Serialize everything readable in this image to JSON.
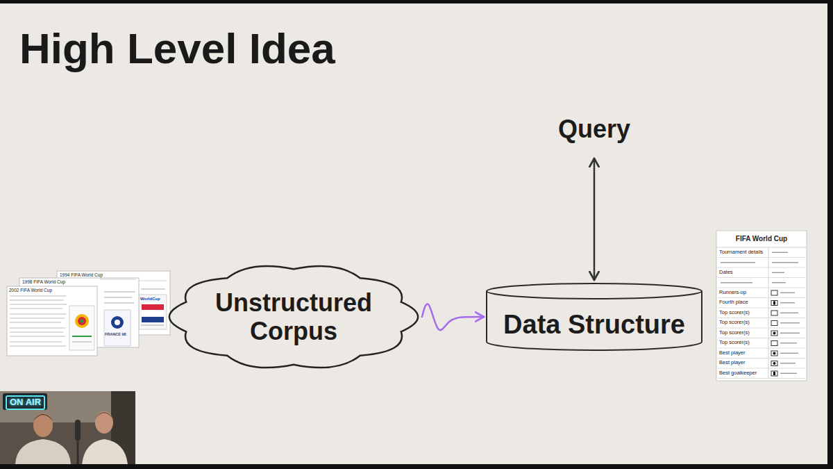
{
  "diagram": {
    "title": "High Level Idea",
    "nodes": [
      {
        "text": [
          "Query"
        ]
      },
      {
        "text": [
          "Unstructured Corpus"
        ]
      },
      {
        "text": [
          "Data Structure"
        ]
      }
    ],
    "edges": [
      {
        "from": 1,
        "to": 2,
        "arrow": "to"
      },
      {
        "from": 2,
        "to": 0,
        "arrow": "both"
      }
    ],
    "labels": [
      "1994 FIFA World Cup",
      "1998 FIFA World Cup",
      "2002 FIFA World Cup",
      "FRANCE 98",
      "WorldCup",
      "FIFA World Cup",
      "Tournament details",
      "Dates",
      "Runners-up",
      "Fourth place",
      "Top scorer(s)",
      "Top scorer(s)",
      "Top scorer(s)",
      "Top scorer(s)",
      "Best player",
      "Best player",
      "Best goalkeeper",
      "ON AIR"
    ]
  }
}
